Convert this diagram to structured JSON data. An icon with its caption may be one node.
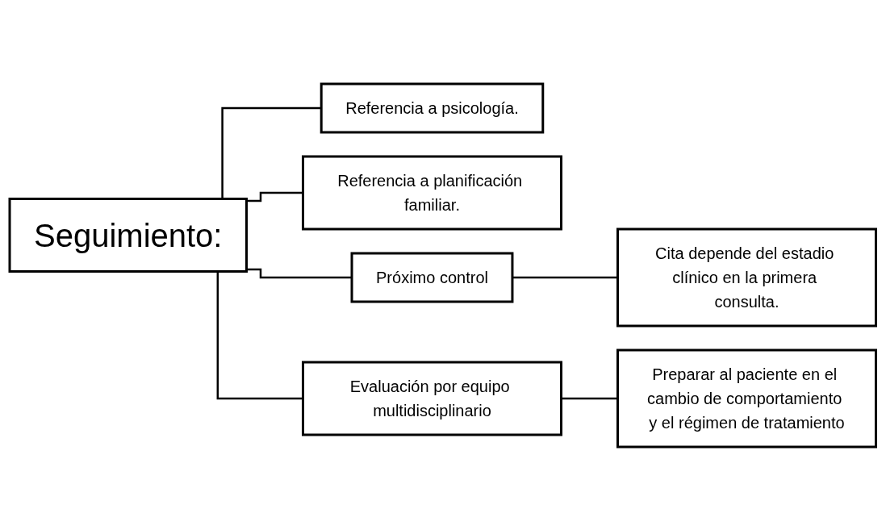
{
  "diagram": {
    "nodes": [
      {
        "text": [
          "Seguimiento:"
        ]
      },
      {
        "text": [
          "Referencia a psicología."
        ]
      },
      {
        "text": [
          "Referencia a planificación familiar."
        ]
      },
      {
        "text": [
          "Próximo control"
        ]
      },
      {
        "text": [
          "Evaluación por equipo multidisciplinario"
        ]
      },
      {
        "text": [
          "Cita depende del estadio clínico en la primera consulta."
        ]
      },
      {
        "text": [
          "Preparar al paciente en el cambio de comportamiento y el régimen de tratamiento"
        ]
      }
    ],
    "edges": [
      {
        "from": 0,
        "to": 1,
        "arrow": "none"
      },
      {
        "from": 0,
        "to": 2,
        "arrow": "none"
      },
      {
        "from": 0,
        "to": 3,
        "arrow": "none"
      },
      {
        "from": 0,
        "to": 4,
        "arrow": "none"
      },
      {
        "from": 3,
        "to": 5,
        "arrow": "none"
      },
      {
        "from": 4,
        "to": 6,
        "arrow": "none"
      }
    ]
  }
}
